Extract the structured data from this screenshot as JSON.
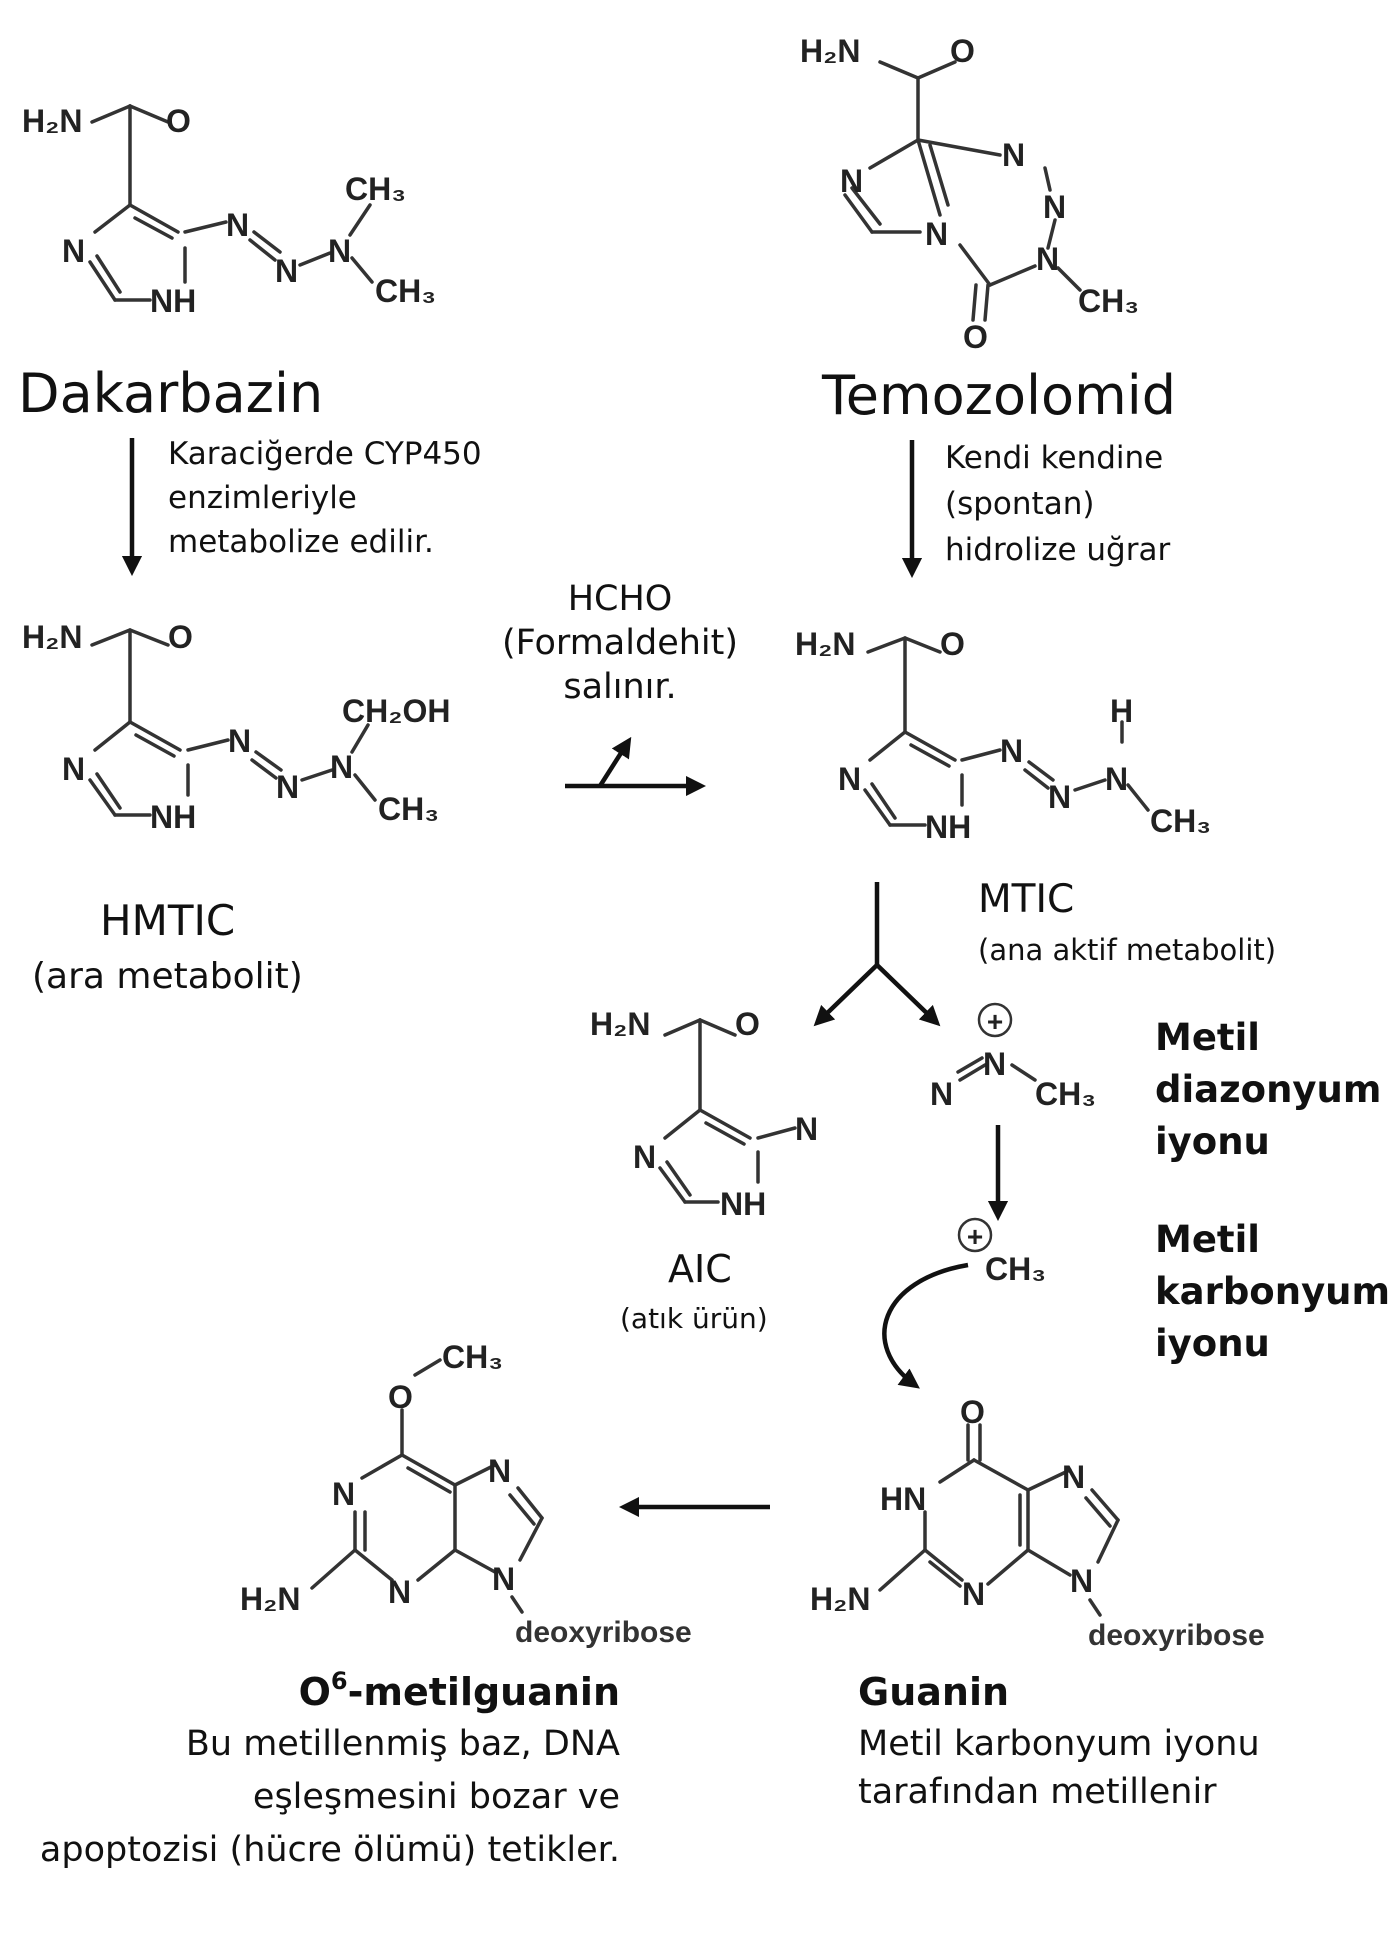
{
  "compounds": {
    "dakarbazin": "Dakarbazin",
    "temozolomid": "Temozolomid",
    "hmtic": "HMTIC",
    "hmtic_sub": "(ara metabolit)",
    "mtic": "MTIC",
    "mtic_sub": "(ana aktif metabolit)",
    "aic": "AIC",
    "aic_sub": "(atık ürün)"
  },
  "steps": {
    "dakarbazin_note": [
      "Karaciğerde CYP450",
      "enzimleriyle",
      "metabolize edilir."
    ],
    "temozolomid_note": [
      "Kendi kendine",
      "(spontan)",
      "hidrolize uğrar"
    ],
    "hcho": [
      "HCHO",
      "(Formaldehit)",
      "salınır."
    ]
  },
  "ions": {
    "diazonyum": [
      "Metil",
      "diazonyum",
      "iyonu"
    ],
    "karbonyum": [
      "Metil",
      "karbonyum",
      "iyonu"
    ]
  },
  "guanin": {
    "title": "Guanin",
    "desc": [
      "Metil karbonyum iyonu",
      "tarafından metillenir"
    ]
  },
  "o6": {
    "title_prefix": "O",
    "title_sup": "6",
    "title_rest": "-metilguanin",
    "desc": [
      "Bu metillenmiş baz, DNA",
      "eşleşmesini bozar ve",
      "apoptozisi (hücre ölümü) tetikler."
    ]
  },
  "atoms": {
    "h2n": "H₂N",
    "o": "O",
    "n": "N",
    "nh": "NH",
    "hn": "HN",
    "h": "H",
    "ch3": "CH₃",
    "ch2oh": "CH₂OH",
    "plus": "+",
    "deoxyribose": "deoxyribose"
  }
}
